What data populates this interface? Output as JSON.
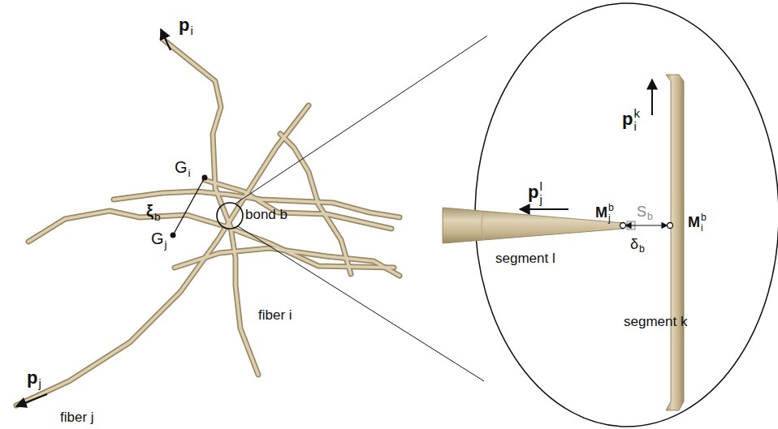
{
  "diagram": {
    "labels": [
      "pi",
      "Gi",
      "ξb",
      "bond b",
      "Gj",
      "pj",
      "fiber j",
      "fiber i",
      "pjl",
      "Mjb",
      "Sb",
      "Mib",
      "pik",
      "δb",
      "segment l",
      "segment k"
    ]
  }
}
